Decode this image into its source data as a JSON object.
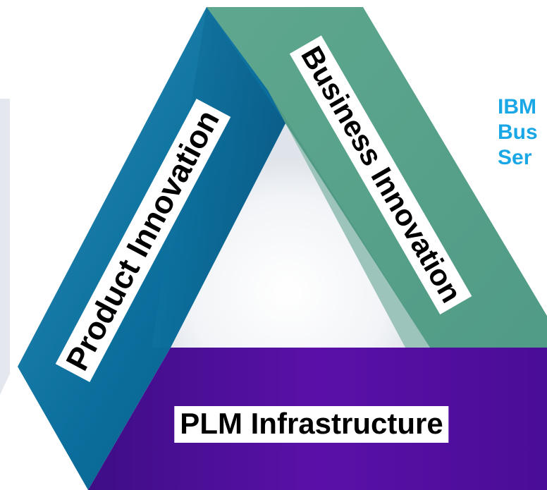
{
  "labels": {
    "product_innovation": "Product Innovation",
    "business_innovation": "Business Innovation",
    "plm_infrastructure": "PLM Infrastructure"
  },
  "ibm_text": {
    "lines": [
      "IBM",
      "Bus",
      "Ser"
    ]
  },
  "colors": {
    "product_band": "#0b6e9c",
    "business_band": "#5ea88c",
    "plm_band": "#5a10a8",
    "ibm_text": "#1aa7e6"
  }
}
